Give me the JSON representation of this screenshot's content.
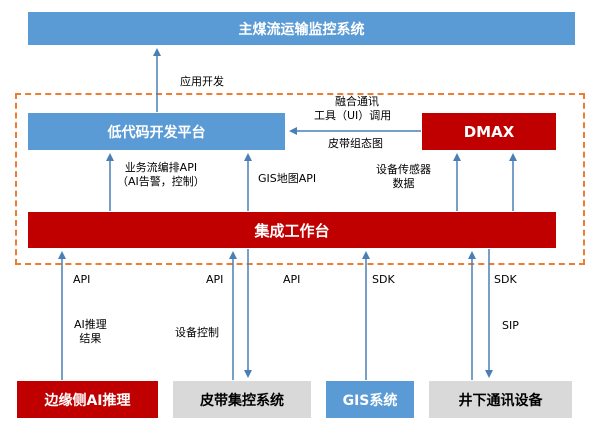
{
  "boxes": {
    "top_system": "主煤流运输监控系统",
    "lowcode": "低代码开发平台",
    "dmax": "DMAX",
    "integration": "集成工作台",
    "edge_ai": "边缘侧AI推理",
    "belt": "皮带集控系统",
    "gis": "GIS系统",
    "underground": "井下通讯设备"
  },
  "labels": {
    "app_dev": "应用开发",
    "fusion_line1": "融合通讯",
    "fusion_line2": "工具（UI）调用",
    "belt_diagram": "皮带组态图",
    "biz_line1": "业务流编排API",
    "biz_line2": "（AI告警，控制）",
    "gis_api": "GIS地图API",
    "sensor_line1": "设备传感器",
    "sensor_line2": "数据",
    "api1": "API",
    "api2": "API",
    "api3": "API",
    "sdk1": "SDK",
    "sdk2": "SDK",
    "ai_result_line1": "AI推理",
    "ai_result_line2": "结果",
    "device_control": "设备控制",
    "sip": "SIP"
  },
  "colors": {
    "blue": "#5b9bd5",
    "red": "#c00000",
    "gray": "#d9d9d9",
    "dashed_border": "#ed7d31",
    "arrow": "#4a7fb5"
  }
}
